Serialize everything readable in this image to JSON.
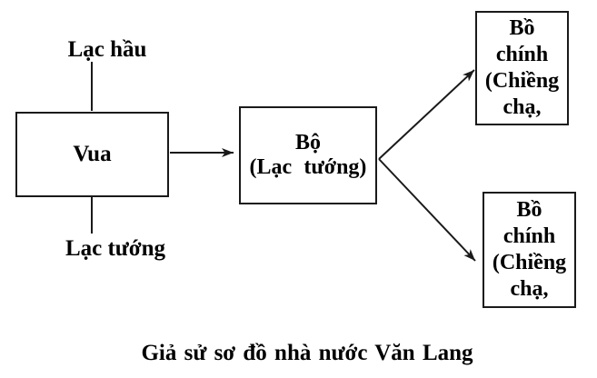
{
  "diagram": {
    "labels": {
      "lac_hau": "Lạc hầu",
      "lac_tuong": "Lạc tướng"
    },
    "boxes": {
      "vua": {
        "label": "Vua"
      },
      "bo": {
        "line1": "Bộ",
        "line2": "(Lạc tướng)"
      },
      "bo_chinh_top": {
        "line1": "Bồ",
        "line2": "chính",
        "line3": "(Chiềng",
        "line4": "chạ,"
      },
      "bo_chinh_bottom": {
        "line1": "Bồ",
        "line2": "chính",
        "line3": "(Chiềng",
        "line4": "chạ,"
      }
    },
    "caption": "Giả sử sơ đồ nhà nước Văn Lang",
    "colors": {
      "background": "#ffffff",
      "text": "#000000",
      "line": "#1a1a1a",
      "border": "#1a1a1a"
    }
  }
}
